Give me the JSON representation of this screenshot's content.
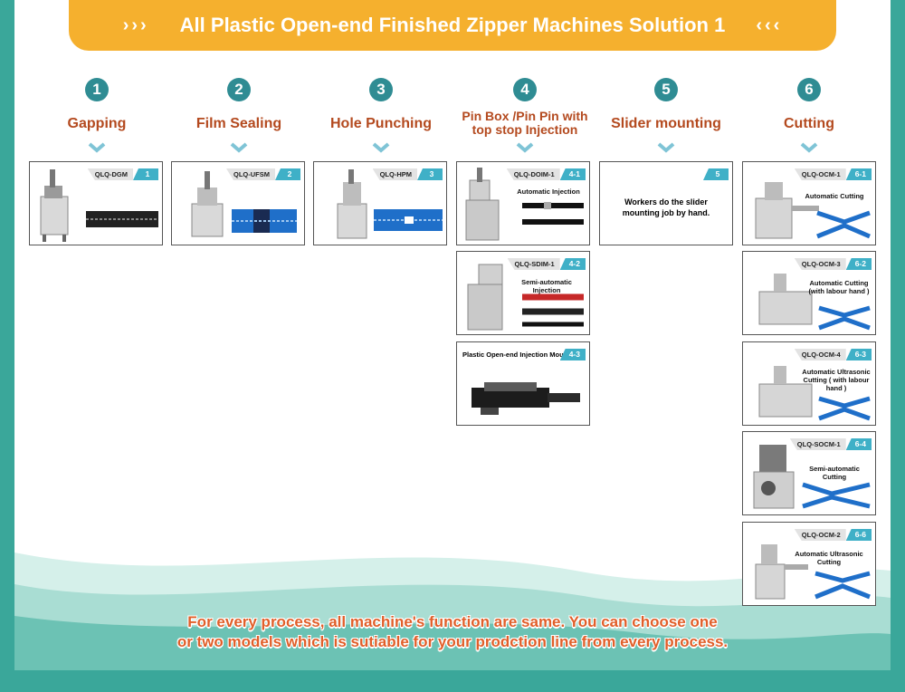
{
  "banner": {
    "left_deco": "›››",
    "title": "All Plastic Open-end Finished Zipper Machines Solution 1",
    "right_deco": "‹‹‹"
  },
  "steps": [
    {
      "num": "1",
      "title": "Gapping"
    },
    {
      "num": "2",
      "title": "Film Sealing"
    },
    {
      "num": "3",
      "title": "Hole Punching"
    },
    {
      "num": "4",
      "title": "Pin Box /Pin  Pin with top stop Injection"
    },
    {
      "num": "5",
      "title": "Slider mounting"
    },
    {
      "num": "6",
      "title": "Cutting"
    }
  ],
  "cards": {
    "c1": {
      "model": "QLQ-DGM",
      "num": "1"
    },
    "c2": {
      "model": "QLQ-UFSM",
      "num": "2"
    },
    "c3": {
      "model": "QLQ-HPM",
      "num": "3"
    },
    "c41": {
      "model": "QLQ-DOIM-1",
      "num": "4-1",
      "desc": "Automatic Injection"
    },
    "c42": {
      "model": "QLQ-SDIM-1",
      "num": "4-2",
      "desc": "Semi-automatic Injection"
    },
    "c43": {
      "model": "Plastic Open-end  Injection Mould",
      "num": "4-3"
    },
    "c5": {
      "num": "5",
      "desc": "Workers do the slider mounting job by hand."
    },
    "c61": {
      "model": "QLQ-OCM-1",
      "num": "6-1",
      "desc": "Automatic Cutting"
    },
    "c62": {
      "model": "QLQ-OCM-3",
      "num": "6-2",
      "desc": "Automatic Cutting (with labour hand )"
    },
    "c63": {
      "model": "QLQ-OCM-4",
      "num": "6-3",
      "desc": "Automatic Ultrasonic Cutting ( with labour hand )"
    },
    "c64": {
      "model": "QLQ-SOCM-1",
      "num": "6-4",
      "desc": "Semi-automatic Cutting"
    },
    "c66": {
      "model": "QLQ-OCM-2",
      "num": "6-6",
      "desc": "Automatic Ultrasonic Cutting"
    }
  },
  "footer": {
    "line1": "For every process, all machine's function are same. You can choose one",
    "line2": "or two models which is sutiable for your prodction line from every process."
  },
  "colors": {
    "frame": "#3aa79a",
    "banner": "#f5b02e",
    "step_title": "#b44a1f",
    "step_num": "#2f8c93",
    "tag": "#3fb0c7",
    "zipper_blue": "#1f6fc9",
    "footer_text": "#e15f2a"
  }
}
